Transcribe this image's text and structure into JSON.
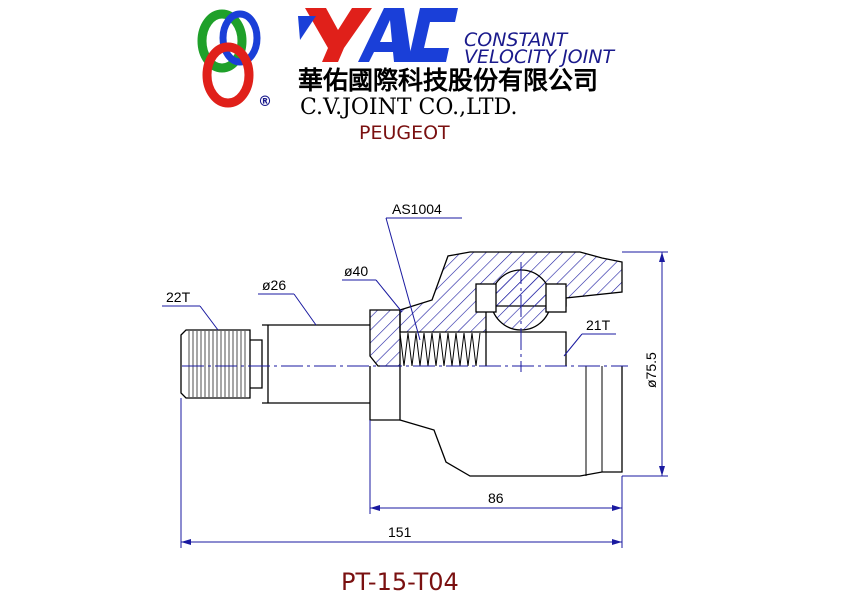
{
  "brand": {
    "logo_text": "YAC",
    "product_line1": "CONSTANT",
    "product_line2": "VELOCITY JOINT",
    "company_chinese": "華佑國際科技股份有限公司",
    "company_english": "C.V.JOINT CO.,LTD.",
    "registered_mark": "®",
    "logo_colors": {
      "red": "#e0201a",
      "green": "#1fa02a",
      "blue": "#1a3fd8"
    }
  },
  "vehicle_make": "PEUGEOT",
  "drawing": {
    "labels": {
      "spline_outer": "22T",
      "shaft_diameter": "ø26",
      "abs_ring": "AS1004",
      "seal_diameter": "ø40",
      "spline_inner": "21T",
      "housing_diameter": "ø75.5",
      "housing_length": "86",
      "overall_length": "151"
    },
    "line_color": "#1a1aa0"
  },
  "part_number": "PT-15-T04"
}
